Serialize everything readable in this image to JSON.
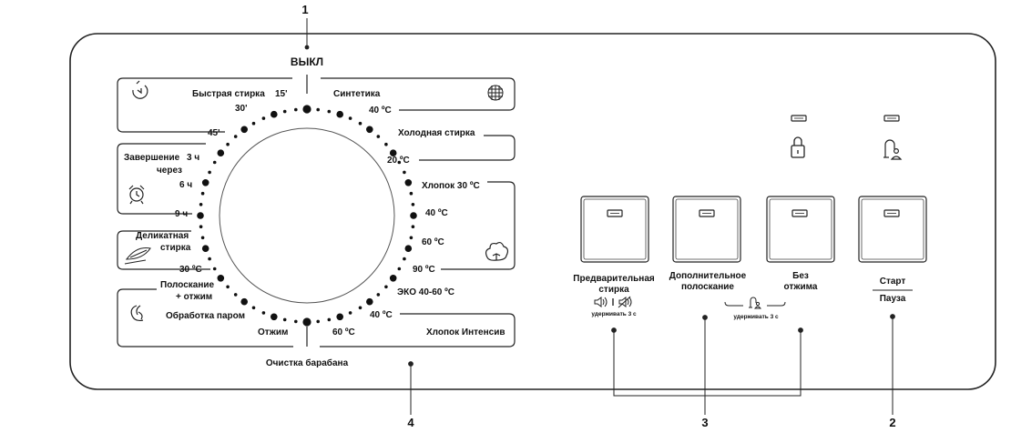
{
  "callouts": {
    "c1": "1",
    "c2": "2",
    "c3": "3",
    "c4": "4"
  },
  "dial": {
    "off": "ВЫКЛ",
    "programs_left": {
      "quick_wash": "Быстрая стирка",
      "t15": "15'",
      "t30": "30'",
      "t45": "45'",
      "finish_line1": "Завершение",
      "finish_3h": "3 ч",
      "finish_line2": "через",
      "finish_6h": "6 ч",
      "finish_9h": "9 ч",
      "delicate_line1": "Деликатная",
      "delicate_line2": "стирка",
      "delicate_30": "30 ºC",
      "rinse_line1": "Полоскание",
      "rinse_line2": "+ отжим",
      "steam": "Обработка паром",
      "spin": "Отжим"
    },
    "programs_right": {
      "synthetics": "Синтетика",
      "synthetics_40": "40 ºC",
      "cold_wash": "Холодная стирка",
      "cold_20": "20 ºC",
      "cotton30": "Хлопок 30 ºC",
      "cotton_40": "40 ºC",
      "cotton_60": "60 ºC",
      "cotton_90": "90 ºC",
      "eco": "ЭКО 40-60 ºC",
      "intensive_40": "40 ºC",
      "intensive_60": "60 ºC",
      "intensive": "Хлопок Интенсив"
    },
    "drum_clean": "Очистка барабана"
  },
  "buttons": {
    "prewash_line1": "Предварительная",
    "prewash_line2": "стирка",
    "prewash_hold": "удерживать 3 с",
    "extra_rinse_line1": "Дополнительное",
    "extra_rinse_line2": "полоскание",
    "no_spin_line1": "Без",
    "no_spin_line2": "отжима",
    "lock_hold": "удерживать 3 с",
    "start": "Старт",
    "pause": "Пауза"
  },
  "icons": {
    "quick": "stopwatch-icon",
    "alarm": "alarm-clock-icon",
    "delicate": "feather-leaf-icon",
    "steam": "steam-icon",
    "synthetics": "synthetic-fabric-icon",
    "cotton": "cotton-flower-icon",
    "lock": "lock-icon",
    "child_lock": "child-lock-icon",
    "sound": "sound-on-off-icon"
  }
}
